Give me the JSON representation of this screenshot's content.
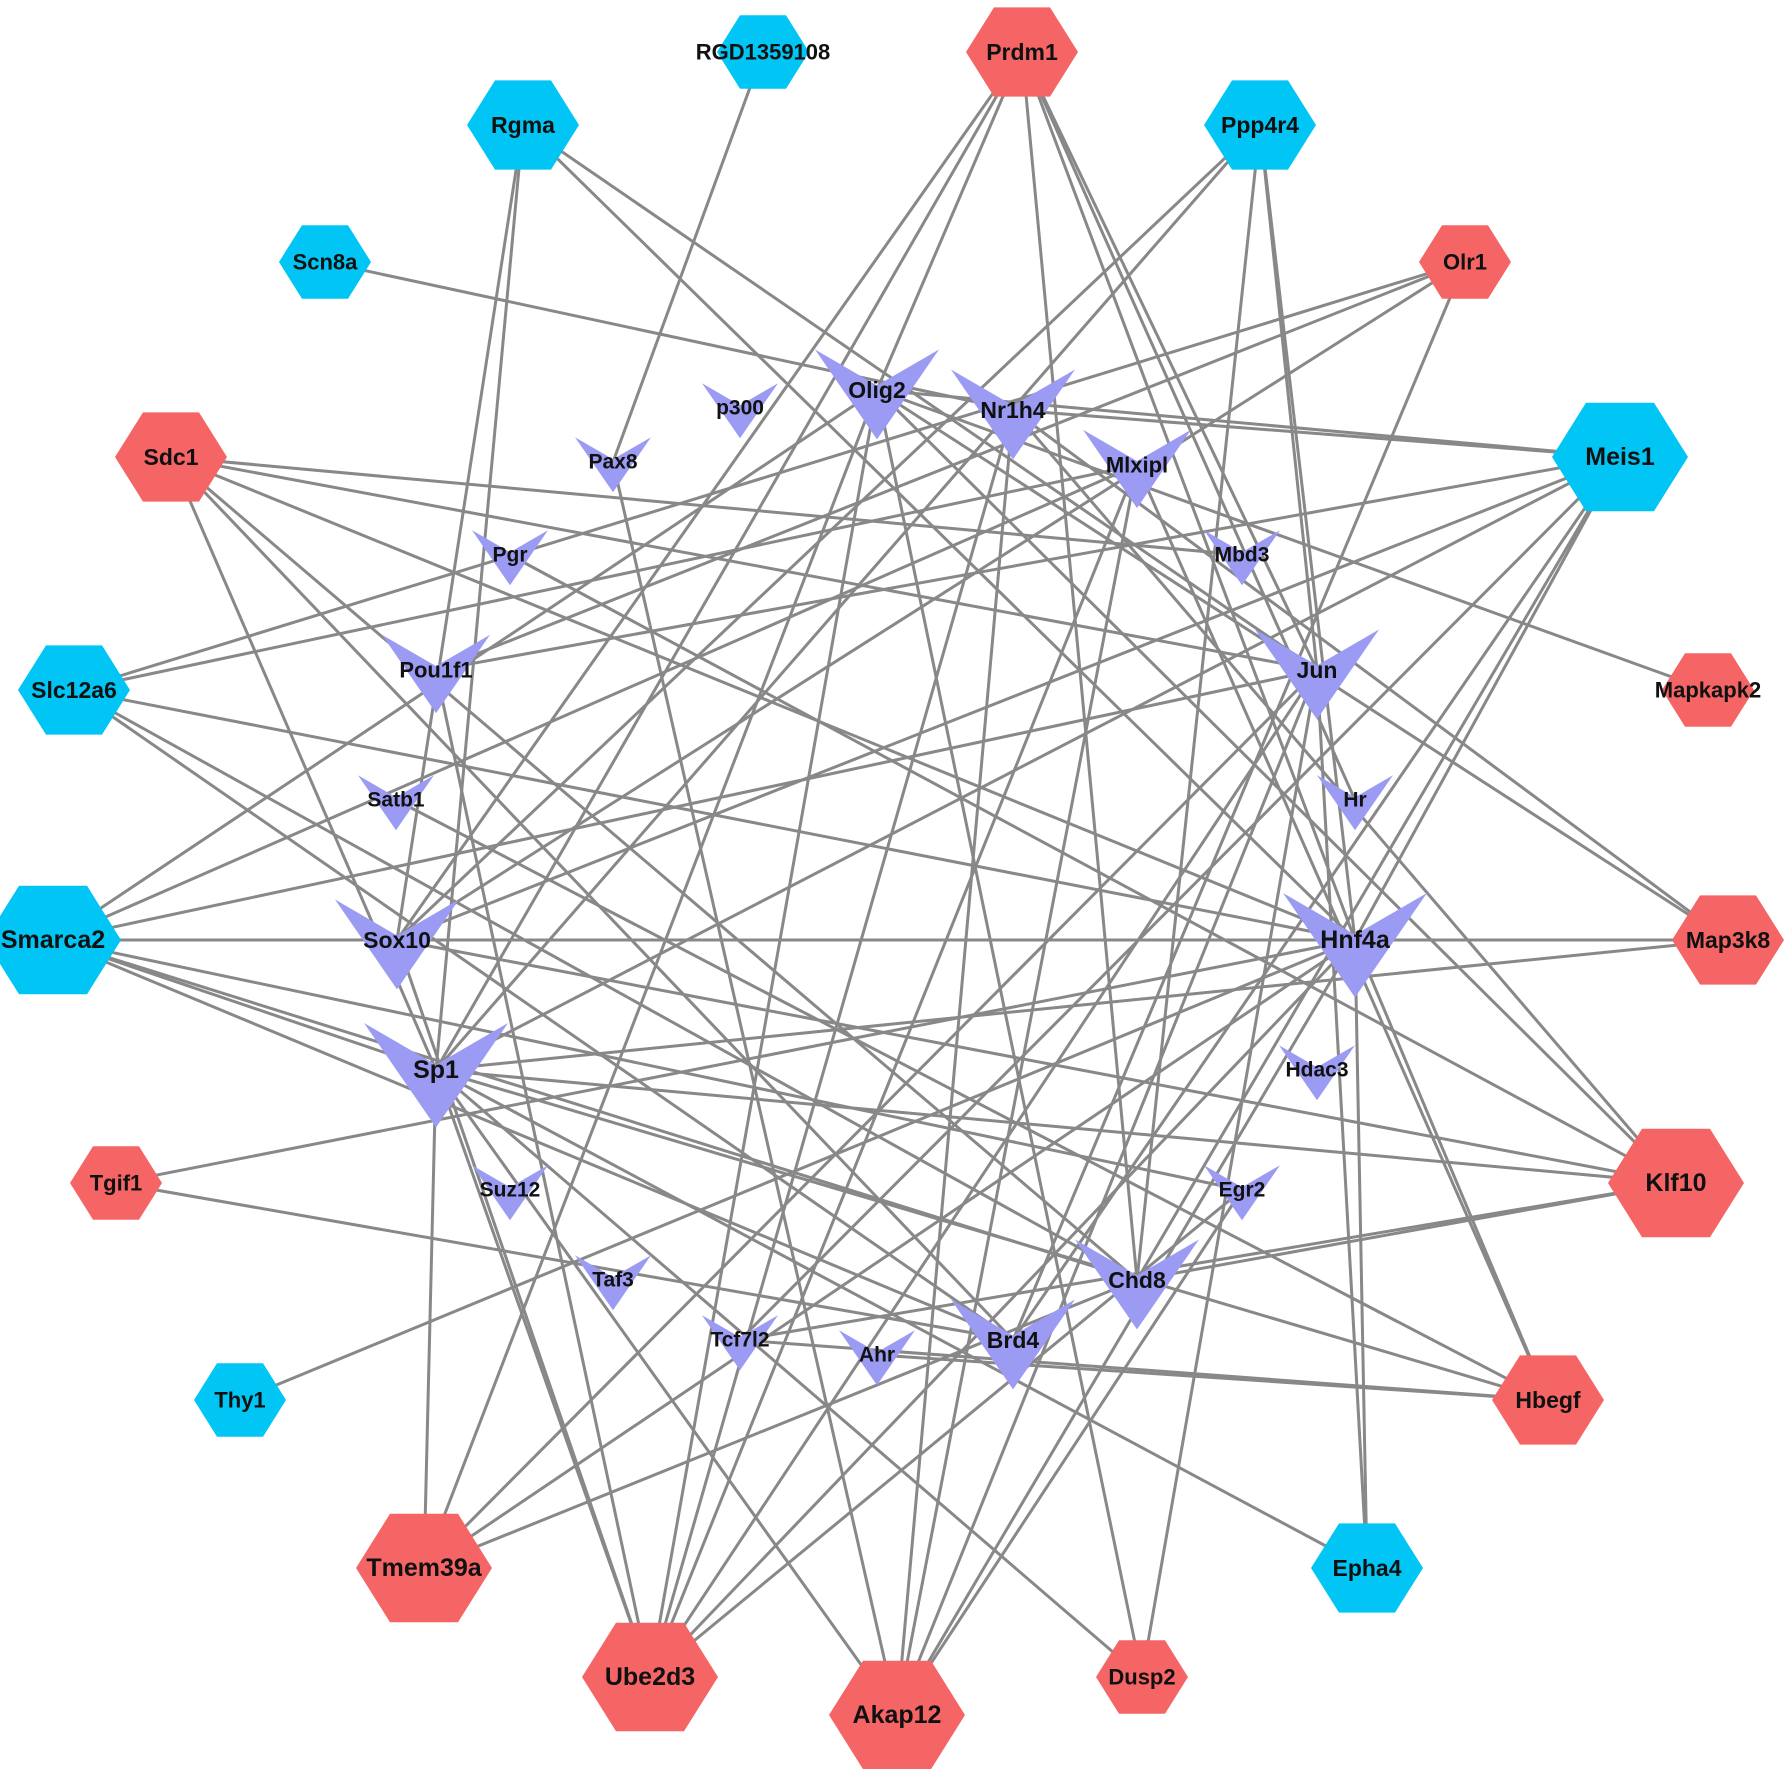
{
  "colors": {
    "up_target": "#F56565",
    "down_target": "#00C5F5",
    "transcription_factor": "#9B9BF3",
    "edge": "#888888"
  },
  "targets": [
    {
      "id": "RGD1359108",
      "label": "RGD1359108",
      "group": "down",
      "size": "s"
    },
    {
      "id": "Prdm1",
      "label": "Prdm1",
      "group": "up",
      "size": "m"
    },
    {
      "id": "Rgma",
      "label": "Rgma",
      "group": "down",
      "size": "m"
    },
    {
      "id": "Ppp4r4",
      "label": "Ppp4r4",
      "group": "down",
      "size": "m"
    },
    {
      "id": "Scn8a",
      "label": "Scn8a",
      "group": "down",
      "size": "s"
    },
    {
      "id": "Olr1",
      "label": "Olr1",
      "group": "up",
      "size": "s"
    },
    {
      "id": "Sdc1",
      "label": "Sdc1",
      "group": "up",
      "size": "m"
    },
    {
      "id": "Meis1",
      "label": "Meis1",
      "group": "down",
      "size": "l"
    },
    {
      "id": "Slc12a6",
      "label": "Slc12a6",
      "group": "down",
      "size": "m"
    },
    {
      "id": "Mapkapk2",
      "label": "Mapkapk2",
      "group": "up",
      "size": "s"
    },
    {
      "id": "Smarca2",
      "label": "Smarca2",
      "group": "down",
      "size": "l"
    },
    {
      "id": "Map3k8",
      "label": "Map3k8",
      "group": "up",
      "size": "m"
    },
    {
      "id": "Tgif1",
      "label": "Tgif1",
      "group": "up",
      "size": "s"
    },
    {
      "id": "Klf10",
      "label": "Klf10",
      "group": "up",
      "size": "l"
    },
    {
      "id": "Thy1",
      "label": "Thy1",
      "group": "down",
      "size": "s"
    },
    {
      "id": "Hbegf",
      "label": "Hbegf",
      "group": "up",
      "size": "m"
    },
    {
      "id": "Tmem39a",
      "label": "Tmem39a",
      "group": "up",
      "size": "l"
    },
    {
      "id": "Epha4",
      "label": "Epha4",
      "group": "down",
      "size": "m"
    },
    {
      "id": "Ube2d3",
      "label": "Ube2d3",
      "group": "up",
      "size": "l"
    },
    {
      "id": "Akap12",
      "label": "Akap12",
      "group": "up",
      "size": "l"
    },
    {
      "id": "Dusp2",
      "label": "Dusp2",
      "group": "up",
      "size": "s"
    }
  ],
  "tfs": [
    {
      "id": "Olig2",
      "label": "Olig2",
      "size": "l"
    },
    {
      "id": "Nr1h4",
      "label": "Nr1h4",
      "size": "l"
    },
    {
      "id": "p300",
      "label": "p300",
      "size": "s"
    },
    {
      "id": "Mlxipl",
      "label": "Mlxipl",
      "size": "m"
    },
    {
      "id": "Pax8",
      "label": "Pax8",
      "size": "s"
    },
    {
      "id": "Mbd3",
      "label": "Mbd3",
      "size": "s"
    },
    {
      "id": "Pgr",
      "label": "Pgr",
      "size": "s"
    },
    {
      "id": "Pou1f1",
      "label": "Pou1f1",
      "size": "m"
    },
    {
      "id": "Jun",
      "label": "Jun",
      "size": "l"
    },
    {
      "id": "Satb1",
      "label": "Satb1",
      "size": "s"
    },
    {
      "id": "Hr",
      "label": "Hr",
      "size": "s"
    },
    {
      "id": "Hnf4a",
      "label": "Hnf4a",
      "size": "xl"
    },
    {
      "id": "Sox10",
      "label": "Sox10",
      "size": "l"
    },
    {
      "id": "Sp1",
      "label": "Sp1",
      "size": "xl"
    },
    {
      "id": "Hdac3",
      "label": "Hdac3",
      "size": "s"
    },
    {
      "id": "Suz12",
      "label": "Suz12",
      "size": "s"
    },
    {
      "id": "Egr2",
      "label": "Egr2",
      "size": "s"
    },
    {
      "id": "Chd8",
      "label": "Chd8",
      "size": "l"
    },
    {
      "id": "Taf3",
      "label": "Taf3",
      "size": "s"
    },
    {
      "id": "Tcf7l2",
      "label": "Tcf7l2",
      "size": "s"
    },
    {
      "id": "Ahr",
      "label": "Ahr",
      "size": "s"
    },
    {
      "id": "Brd4",
      "label": "Brd4",
      "size": "l"
    }
  ],
  "edges": [
    [
      "RGD1359108",
      "Pax8"
    ],
    [
      "Scn8a",
      "Nr1h4"
    ],
    [
      "Rgma",
      "Sox10"
    ],
    [
      "Rgma",
      "Sp1"
    ],
    [
      "Rgma",
      "Hnf4a"
    ],
    [
      "Rgma",
      "Jun"
    ],
    [
      "Prdm1",
      "Olig2"
    ],
    [
      "Prdm1",
      "Sp1"
    ],
    [
      "Prdm1",
      "Chd8"
    ],
    [
      "Prdm1",
      "Hnf4a"
    ],
    [
      "Prdm1",
      "Jun"
    ],
    [
      "Prdm1",
      "Sox10"
    ],
    [
      "Prdm1",
      "Hr"
    ],
    [
      "Ppp4r4",
      "Sp1"
    ],
    [
      "Ppp4r4",
      "Sox10"
    ],
    [
      "Ppp4r4",
      "Chd8"
    ],
    [
      "Ppp4r4",
      "Hnf4a"
    ],
    [
      "Ppp4r4",
      "Jun"
    ],
    [
      "Olr1",
      "Slc12a6"
    ],
    [
      "Olr1",
      "Sox10"
    ],
    [
      "Olr1",
      "Brd4"
    ],
    [
      "Olr1",
      "Pou1f1"
    ],
    [
      "Sdc1",
      "Hnf4a"
    ],
    [
      "Sdc1",
      "Jun"
    ],
    [
      "Sdc1",
      "Sp1"
    ],
    [
      "Sdc1",
      "Chd8"
    ],
    [
      "Sdc1",
      "Brd4"
    ],
    [
      "Sdc1",
      "Mbd3"
    ],
    [
      "Meis1",
      "Olig2"
    ],
    [
      "Meis1",
      "Nr1h4"
    ],
    [
      "Meis1",
      "Sp1"
    ],
    [
      "Meis1",
      "Sox10"
    ],
    [
      "Meis1",
      "Pou1f1"
    ],
    [
      "Meis1",
      "Hnf4a"
    ],
    [
      "Meis1",
      "Chd8"
    ],
    [
      "Meis1",
      "Brd4"
    ],
    [
      "Meis1",
      "Tcf7l2"
    ],
    [
      "Slc12a6",
      "Mlxipl"
    ],
    [
      "Slc12a6",
      "Hnf4a"
    ],
    [
      "Slc12a6",
      "Brd4"
    ],
    [
      "Slc12a6",
      "Chd8"
    ],
    [
      "Mapkapk2",
      "Olig2"
    ],
    [
      "Smarca2",
      "Sp1"
    ],
    [
      "Smarca2",
      "Sox10"
    ],
    [
      "Smarca2",
      "Hnf4a"
    ],
    [
      "Smarca2",
      "Jun"
    ],
    [
      "Smarca2",
      "Chd8"
    ],
    [
      "Smarca2",
      "Brd4"
    ],
    [
      "Smarca2",
      "Egr2"
    ],
    [
      "Smarca2",
      "Olig2"
    ],
    [
      "Smarca2",
      "Mlxipl"
    ],
    [
      "Map3k8",
      "Sp1"
    ],
    [
      "Map3k8",
      "Sox10"
    ],
    [
      "Map3k8",
      "Nr1h4"
    ],
    [
      "Map3k8",
      "Olig2"
    ],
    [
      "Map3k8",
      "Hnf4a"
    ],
    [
      "Tgif1",
      "Hnf4a"
    ],
    [
      "Tgif1",
      "Brd4"
    ],
    [
      "Klf10",
      "Sp1"
    ],
    [
      "Klf10",
      "Sox10"
    ],
    [
      "Klf10",
      "Olig2"
    ],
    [
      "Klf10",
      "Nr1h4"
    ],
    [
      "Klf10",
      "Pgr"
    ],
    [
      "Klf10",
      "Tcf7l2"
    ],
    [
      "Klf10",
      "Chd8"
    ],
    [
      "Thy1",
      "Hnf4a"
    ],
    [
      "Hbegf",
      "Hnf4a"
    ],
    [
      "Hbegf",
      "Sp1"
    ],
    [
      "Hbegf",
      "Satb1"
    ],
    [
      "Hbegf",
      "Mlxipl"
    ],
    [
      "Hbegf",
      "Ahr"
    ],
    [
      "Hbegf",
      "Tcf7l2"
    ],
    [
      "Tmem39a",
      "Sp1"
    ],
    [
      "Tmem39a",
      "Jun"
    ],
    [
      "Tmem39a",
      "Chd8"
    ],
    [
      "Tmem39a",
      "Hnf4a"
    ],
    [
      "Tmem39a",
      "Olig2"
    ],
    [
      "Epha4",
      "Hnf4a"
    ],
    [
      "Epha4",
      "Sp1"
    ],
    [
      "Epha4",
      "Jun"
    ],
    [
      "Ube2d3",
      "Sp1"
    ],
    [
      "Ube2d3",
      "Sox10"
    ],
    [
      "Ube2d3",
      "Pou1f1"
    ],
    [
      "Ube2d3",
      "Hnf4a"
    ],
    [
      "Ube2d3",
      "Jun"
    ],
    [
      "Ube2d3",
      "Olig2"
    ],
    [
      "Ube2d3",
      "Nr1h4"
    ],
    [
      "Ube2d3",
      "Mlxipl"
    ],
    [
      "Ube2d3",
      "Egr2"
    ],
    [
      "Akap12",
      "Sp1"
    ],
    [
      "Akap12",
      "Hnf4a"
    ],
    [
      "Akap12",
      "Jun"
    ],
    [
      "Akap12",
      "Nr1h4"
    ],
    [
      "Akap12",
      "Mlxipl"
    ],
    [
      "Akap12",
      "Egr2"
    ],
    [
      "Akap12",
      "Pax8"
    ],
    [
      "Dusp2",
      "Olig2"
    ],
    [
      "Dusp2",
      "Jun"
    ],
    [
      "Dusp2",
      "Sp1"
    ]
  ]
}
